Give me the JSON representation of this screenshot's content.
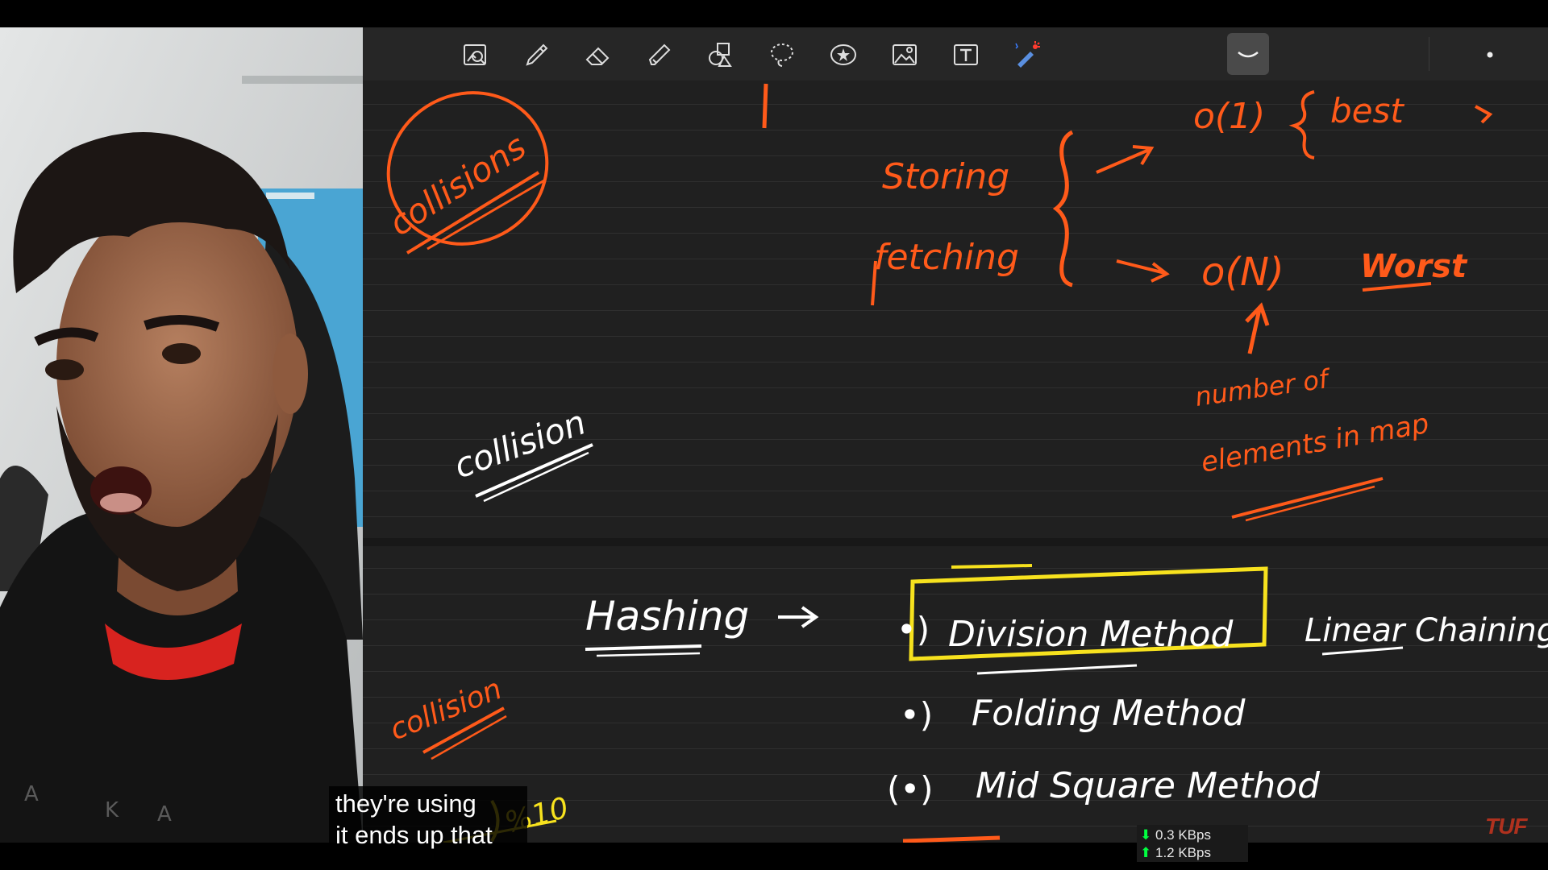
{
  "toolbar": {
    "tools": [
      {
        "icon": "zoom-image-icon"
      },
      {
        "icon": "pen-icon"
      },
      {
        "icon": "eraser-icon"
      },
      {
        "icon": "highlighter-icon"
      },
      {
        "icon": "shapes-icon"
      },
      {
        "icon": "lasso-icon"
      },
      {
        "icon": "sticker-icon"
      },
      {
        "icon": "image-icon"
      },
      {
        "icon": "text-icon"
      },
      {
        "icon": "laser-pointer-icon"
      },
      {
        "icon": "dot-icon"
      },
      {
        "icon": "curve-tool-icon",
        "active": true
      }
    ]
  },
  "notes": {
    "upper": {
      "collisions_circled": "collisions",
      "storing": "Storing",
      "fetching": "fetching",
      "best_complexity": "o(1)",
      "best_label": "best",
      "worst_complexity": "o(N)",
      "worst_label": "Worst",
      "elements_note_line1": "number of",
      "elements_note_line2": "elements in map",
      "collision_white": "collision"
    },
    "lower": {
      "hashing": "Hashing",
      "methods": [
        {
          "bullet": "•)",
          "label": "Division Method",
          "boxed": true
        },
        {
          "bullet": "•)",
          "label": "Folding Method",
          "boxed": false
        },
        {
          "bullet": "(•)",
          "label": "Mid Square Method",
          "boxed": false
        }
      ],
      "linear_chaining": "Linear Chaining",
      "collision_orange": "collision",
      "modulo_note": "%10"
    }
  },
  "captions": {
    "line1": "they're using",
    "line2": "it ends up that"
  },
  "netspeed": {
    "down": "0.3 KBps",
    "up": "1.2 KBps"
  },
  "watermark": "TUF",
  "colors": {
    "ink_orange": "#ff5a1a",
    "ink_white": "#ffffff",
    "ink_yellow": "#f7e21e",
    "canvas_bg": "#202020"
  }
}
